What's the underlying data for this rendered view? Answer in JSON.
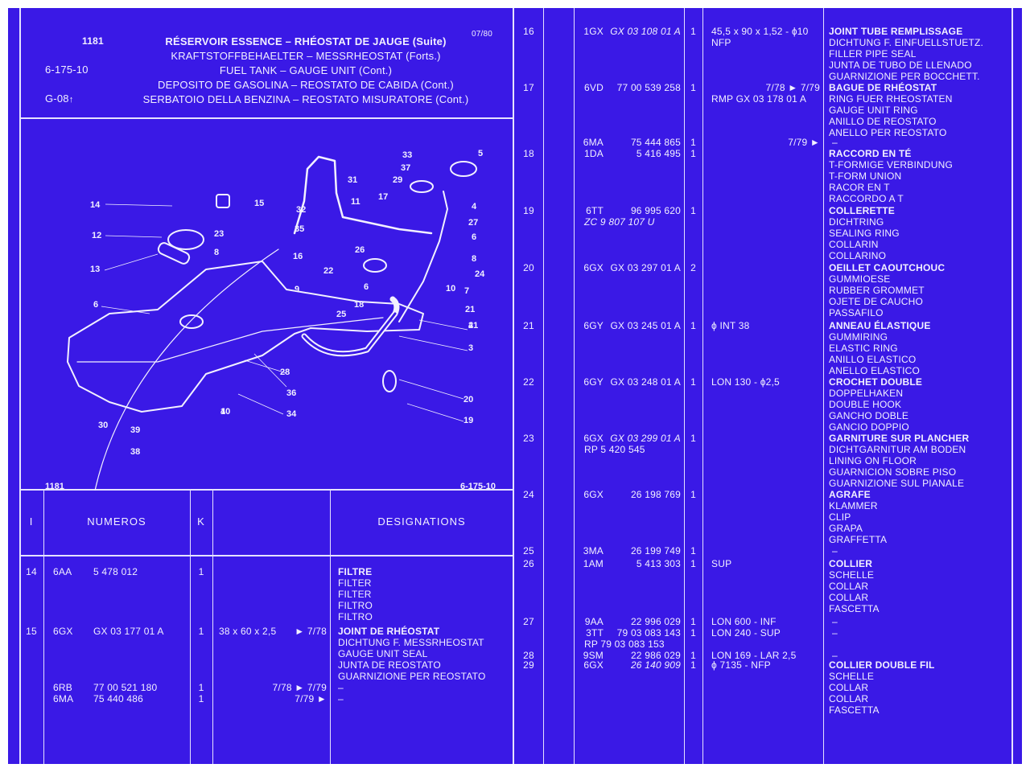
{
  "header": {
    "page_no": "1181",
    "date": "07/80",
    "ref": "6-175-10",
    "group": "G-08",
    "arrow": "↑",
    "titles": [
      "RÉSERVOIR ESSENCE – RHÉOSTAT DE JAUGE (Suite)",
      "KRAFTSTOFFBEHAELTER – MESSRHEOSTAT (Forts.)",
      "FUEL TANK – GAUGE UNIT (Cont.)",
      "DEPOSITO DE GASOLINA – REOSTATO DE CABIDA (Cont.)",
      "SERBATOIO DELLA BENZINA – REOSTATO MISURATORE (Cont.)"
    ]
  },
  "diagram": {
    "label_left": "1181",
    "label_right": "6-175-10",
    "callouts": [
      "1",
      "2",
      "3",
      "4",
      "5",
      "6",
      "6",
      "6",
      "7",
      "8",
      "8",
      "9",
      "10",
      "11",
      "12",
      "13",
      "14",
      "15",
      "16",
      "17",
      "18",
      "19",
      "20",
      "21",
      "22",
      "23",
      "24",
      "25",
      "26",
      "27",
      "28",
      "29",
      "30",
      "31",
      "32",
      "33",
      "34",
      "35",
      "36",
      "37",
      "38",
      "39",
      "40",
      "41"
    ]
  },
  "columns": {
    "index": "I",
    "numeros": "NUMEROS",
    "k": "K",
    "designations": "DESIGNATIONS"
  },
  "left_rows": [
    {
      "i": "14",
      "code": "6AA",
      "num": "5 478 012",
      "k": "1",
      "spec": "",
      "desig": [
        "FILTRE",
        "FILTER",
        "FILTER",
        "FILTRO",
        "FILTRO"
      ]
    },
    {
      "i": "15",
      "code": "6GX",
      "num": "GX 03 177 01 A",
      "k": "1",
      "spec": "38 x 60 x 2,5",
      "date": "► 7/78",
      "desig": [
        "JOINT DE RHÉOSTAT",
        "DICHTUNG F. MESSRHEOSTAT",
        "GAUGE UNIT SEAL",
        "JUNTA DE REOSTATO",
        "GUARNIZIONE PER REOSTATO"
      ]
    },
    {
      "i": "",
      "code": "6RB",
      "num": "77 00 521 180",
      "k": "1",
      "spec": "",
      "date": "7/78 ► 7/79",
      "desig": [
        "–"
      ]
    },
    {
      "i": "",
      "code": "6MA",
      "num": "75 440 486",
      "k": "1",
      "spec": "",
      "date": "7/79 ►",
      "desig": [
        "–"
      ]
    }
  ],
  "right_rows": [
    {
      "i": "16",
      "code": "1GX",
      "num": "GX 03 108 01 A",
      "k": "1",
      "spec": "45,5 x 90 x 1,52 - ϕ10",
      "spec2": "NFP",
      "desig": [
        "JOINT TUBE REMPLISSAGE",
        "DICHTUNG F. EINFUELLSTUETZ.",
        "FILLER PIPE SEAL",
        "JUNTA DE TUBO DE LLENADO",
        "GUARNIZIONE PER BOCCHETT."
      ]
    },
    {
      "i": "17",
      "code": "6VD",
      "num": "77 00 539 258",
      "k": "1",
      "spec": "7/78 ► 7/79",
      "spec2": "RMP GX 03 178 01 A",
      "desig": [
        "BAGUE DE RHÉOSTAT",
        "RING FUER RHEOSTATEN",
        "GAUGE UNIT RING",
        "ANILLO DE REOSTATO",
        "ANELLO PER REOSTATO"
      ]
    },
    {
      "i": "",
      "code": "6MA",
      "num": "75 444 865",
      "k": "1",
      "spec": "7/79 ►",
      "desig": [
        "–"
      ]
    },
    {
      "i": "18",
      "code": "1DA",
      "num": "5 416 495",
      "k": "1",
      "spec": "",
      "desig": [
        "RACCORD EN TÉ",
        "T-FORMIGE VERBINDUNG",
        "T-FORM UNION",
        "RACOR EN T",
        "RACCORDO A T"
      ]
    },
    {
      "i": "19",
      "code": "6TT",
      "num": "96 995 620",
      "num2": "ZC 9 807 107 U",
      "k": "1",
      "spec": "",
      "desig": [
        "COLLERETTE",
        "DICHTRING",
        "SEALING RING",
        "COLLARIN",
        "COLLARINO"
      ]
    },
    {
      "i": "20",
      "code": "6GX",
      "num": "GX 03 297 01 A",
      "k": "2",
      "spec": "",
      "desig": [
        "OEILLET CAOUTCHOUC",
        "GUMMIOESE",
        "RUBBER GROMMET",
        "OJETE DE CAUCHO",
        "PASSAFILO"
      ]
    },
    {
      "i": "21",
      "code": "6GY",
      "num": "GX 03 245 01 A",
      "k": "1",
      "spec": "ϕ INT 38",
      "desig": [
        "ANNEAU ÉLASTIQUE",
        "GUMMIRING",
        "ELASTIC RING",
        "ANILLO ELASTICO",
        "ANELLO ELASTICO"
      ]
    },
    {
      "i": "22",
      "code": "6GY",
      "num": "GX 03 248 01 A",
      "k": "1",
      "spec": "LON 130 - ϕ2,5",
      "desig": [
        "CROCHET DOUBLE",
        "DOPPELHAKEN",
        "DOUBLE HOOK",
        "GANCHO DOBLE",
        "GANCIO DOPPIO"
      ]
    },
    {
      "i": "23",
      "code": "6GX",
      "num": "GX 03 299 01 A",
      "num2": "RP 5 420 545",
      "k": "1",
      "spec": "",
      "desig": [
        "GARNITURE SUR PLANCHER",
        "DICHTGARNITUR AM BODEN",
        "LINING ON FLOOR",
        "GUARNICION SOBRE PISO",
        "GUARNIZIONE SUL PIANALE"
      ]
    },
    {
      "i": "24",
      "code": "6GX",
      "num": "26 198 769",
      "k": "1",
      "spec": "",
      "desig": [
        "AGRAFE",
        "KLAMMER",
        "CLIP",
        "GRAPA",
        "GRAFFETTA"
      ]
    },
    {
      "i": "25",
      "code": "3MA",
      "num": "26 199 749",
      "k": "1",
      "spec": "",
      "desig": [
        "–"
      ]
    },
    {
      "i": "26",
      "code": "1AM",
      "num": "5 413 303",
      "k": "1",
      "spec": "SUP",
      "desig": [
        "COLLIER",
        "SCHELLE",
        "COLLAR",
        "COLLAR",
        "FASCETTA"
      ]
    },
    {
      "i": "27",
      "code": "9AA",
      "num": "22 996 029",
      "k": "1",
      "spec": "LON 600 - INF",
      "desig": [
        "–"
      ]
    },
    {
      "i": "",
      "code": "3TT",
      "num": "79 03 083 143",
      "num2": "RP 79 03 083 153",
      "k": "1",
      "spec": "LON 240 - SUP",
      "desig": [
        "–"
      ]
    },
    {
      "i": "28",
      "code": "9SM",
      "num": "22 986 029",
      "k": "1",
      "spec": "LON 169 - LAR 2,5",
      "desig": [
        "–"
      ]
    },
    {
      "i": "29",
      "code": "6GX",
      "num": "26 140 909",
      "k": "1",
      "spec": "ϕ 7135 - NFP",
      "desig": [
        "COLLIER DOUBLE FIL",
        "SCHELLE",
        "COLLAR",
        "COLLAR",
        "FASCETTA"
      ]
    }
  ],
  "colors": {
    "background": "#3a19e6",
    "ink": "#f2f0ff",
    "lines": "#e6e2ff"
  }
}
